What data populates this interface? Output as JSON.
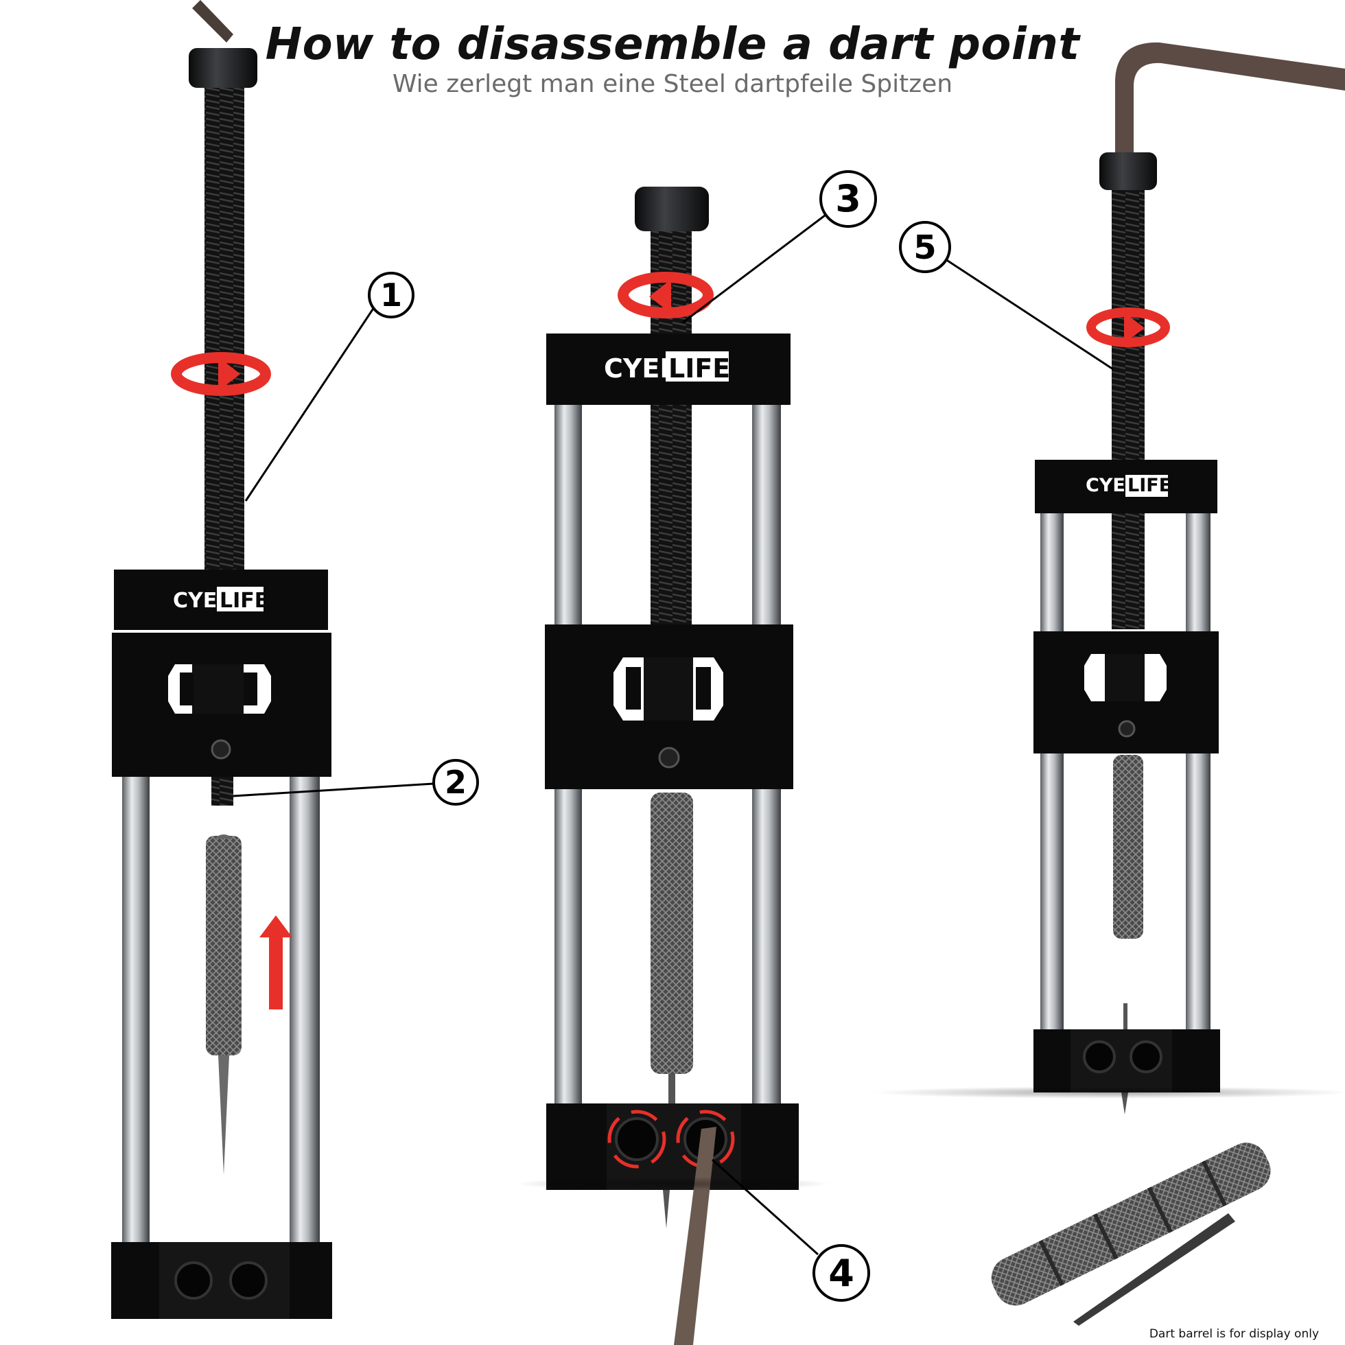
{
  "header": {
    "title": "How to disassemble a dart point",
    "subtitle": "Wie zerlegt man eine Steel dartpfeile Spitzen"
  },
  "brand": {
    "part1": "CYEE",
    "part2": "LIFE"
  },
  "steps": [
    {
      "number": "1"
    },
    {
      "number": "2"
    },
    {
      "number": "3"
    },
    {
      "number": "4"
    },
    {
      "number": "5"
    }
  ],
  "footer": {
    "note": "Dart barrel is for display only"
  },
  "colors": {
    "arrow": "#e8302a",
    "metal_black": "#0b0b0b",
    "rod": "#c4c8cc"
  }
}
